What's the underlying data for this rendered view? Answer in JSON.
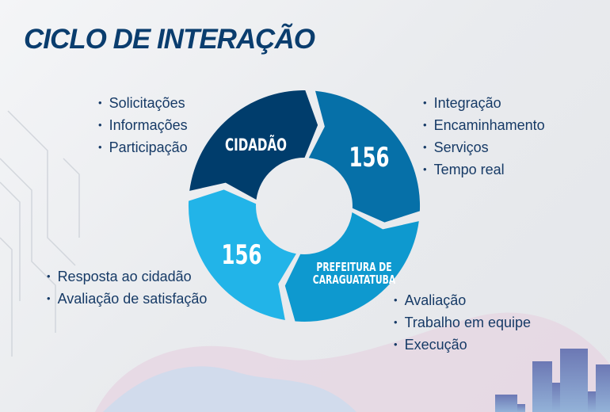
{
  "title": "CICLO DE INTERAÇÃO",
  "ring": {
    "segments": [
      {
        "label": "CIDADÃO",
        "color": "#003d6c"
      },
      {
        "label": "156",
        "color": "#0670a8"
      },
      {
        "label_lines": [
          "PREFEITURA DE",
          "CARAGUATATUBA"
        ],
        "color": "#0e99cf"
      },
      {
        "label": "156",
        "color": "#22b4e8"
      }
    ]
  },
  "lists": {
    "top_left": [
      "Solicitações",
      "Informações",
      "Participação"
    ],
    "top_right": [
      "Integração",
      "Encaminhamento",
      "Serviços",
      "Tempo real"
    ],
    "bottom_left": [
      "Resposta ao cidadão",
      "Avaliação de satisfação"
    ],
    "bottom_right": [
      "Avaliação",
      "Trabalho em equipe",
      "Execução"
    ]
  }
}
